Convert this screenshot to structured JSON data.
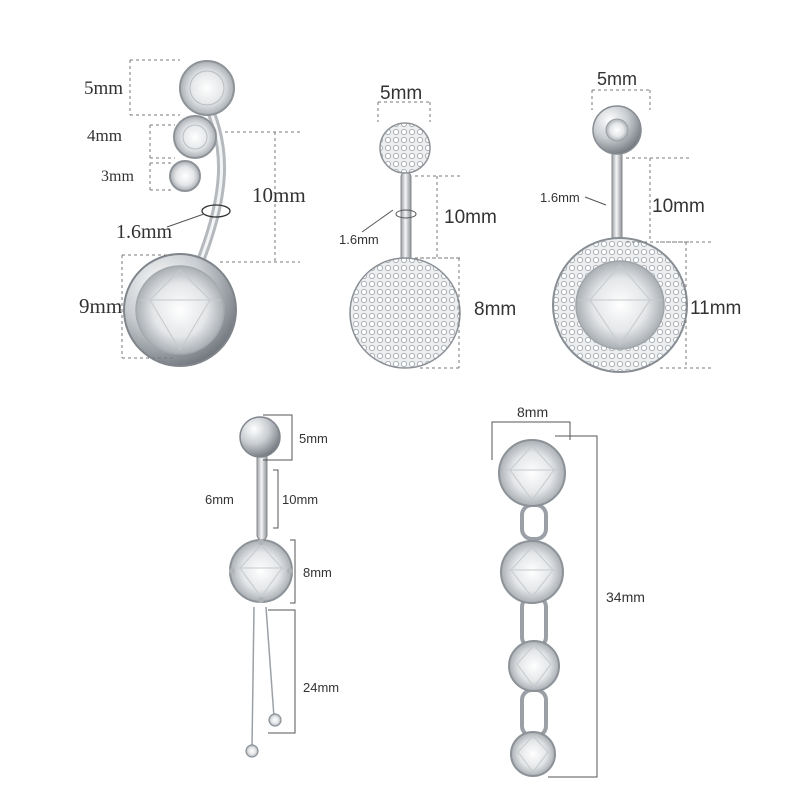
{
  "labels": {
    "p1_top": "5mm",
    "p1_mid": "4mm",
    "p1_small": "3mm",
    "p1_gauge": "1.6mm",
    "p1_bar": "10mm",
    "p1_bottom": "9mm",
    "p2_top": "5mm",
    "p2_gauge": "1.6mm",
    "p2_bar": "10mm",
    "p2_bottom": "8mm",
    "p3_top": "5mm",
    "p3_gauge": "1.6mm",
    "p3_bar": "10mm",
    "p3_bottom": "11mm",
    "p4_top": "5mm",
    "p4_gauge": "6mm",
    "p4_bar": "10mm",
    "p4_gem": "8mm",
    "p4_chain": "24mm",
    "p5_width": "8mm",
    "p5_length": "34mm"
  }
}
